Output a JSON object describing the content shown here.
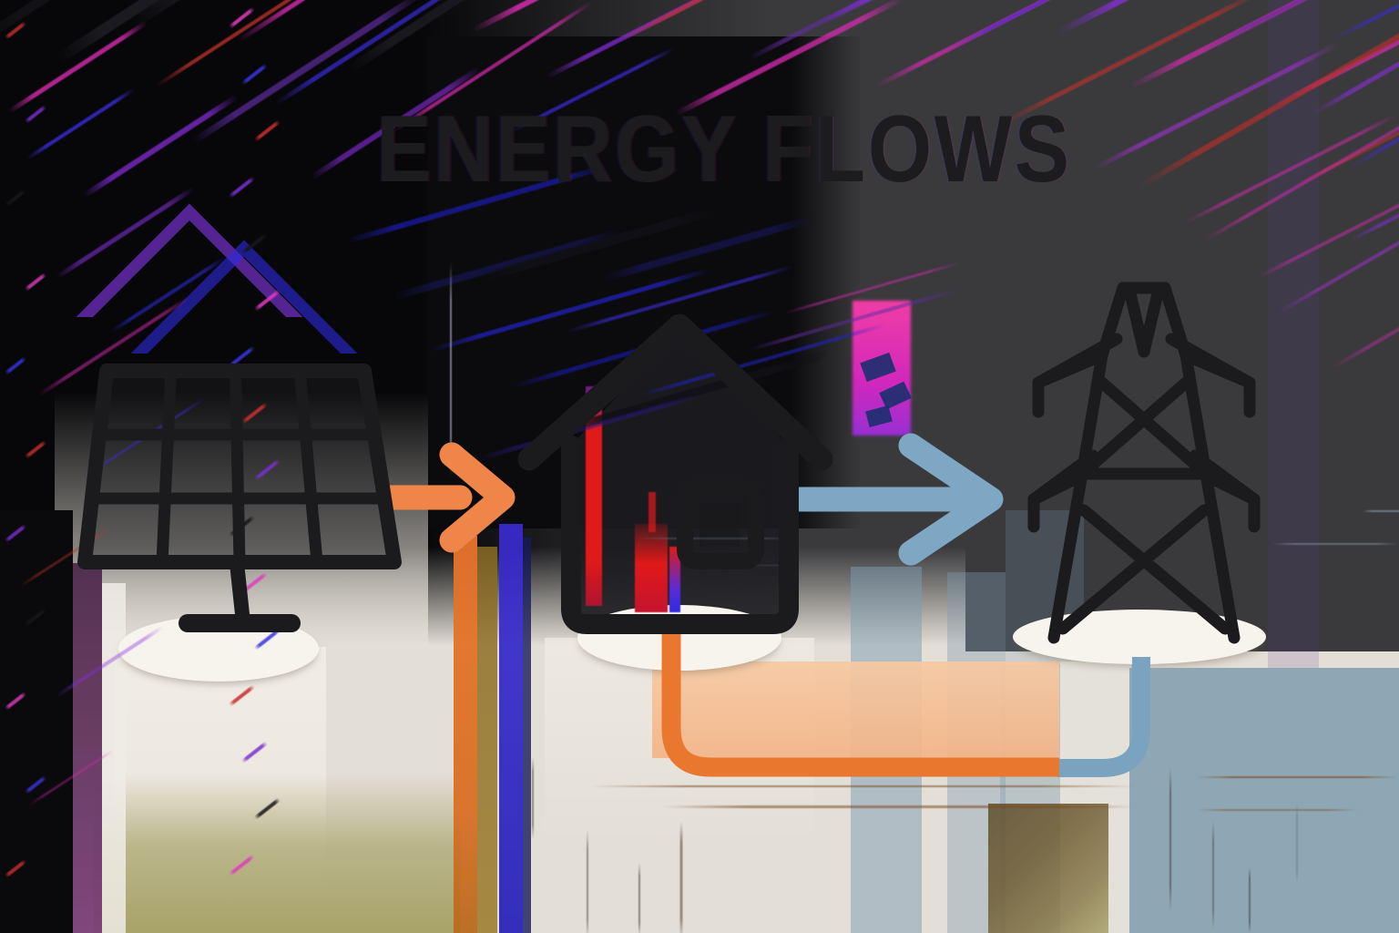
{
  "title": {
    "text": "ENERGY FLOWS"
  },
  "scene": {
    "description": "glitch-art energy flow diagram",
    "nodes": [
      {
        "id": "solar-panel",
        "icon": "solar-panel-icon"
      },
      {
        "id": "house",
        "icon": "house-icon"
      },
      {
        "id": "transmission-tower",
        "icon": "transmission-tower-icon"
      }
    ],
    "flows": [
      {
        "id": "solar-to-house",
        "kind": "arrow",
        "color": "#f0854a"
      },
      {
        "id": "house-to-tower",
        "kind": "arrow",
        "color": "#7ea7c3"
      },
      {
        "id": "house-return-pipe",
        "kind": "pipe",
        "color": "#e9772e"
      },
      {
        "id": "tower-return-pipe",
        "kind": "pipe",
        "color": "#79a3bf"
      }
    ],
    "palette": {
      "ink": "#1b1b1e",
      "arrow_orange": "#f0854a",
      "arrow_blue": "#7ea7c3",
      "pipe_orange": "#e9772e",
      "pipe_blue": "#79a3bf",
      "background_dark": "#0a0a0c",
      "background_charcoal": "#3a3a3d",
      "background_light": "#e3ded6",
      "platform_white": "#f7f4ee",
      "glitch_magenta": "#d62bb0",
      "glitch_indigo": "#2f2be2",
      "glitch_red": "#e01919",
      "glitch_olive": "#a8a369",
      "glitch_slate": "#8ca5b4",
      "glitch_peach": "#f3b487"
    }
  }
}
